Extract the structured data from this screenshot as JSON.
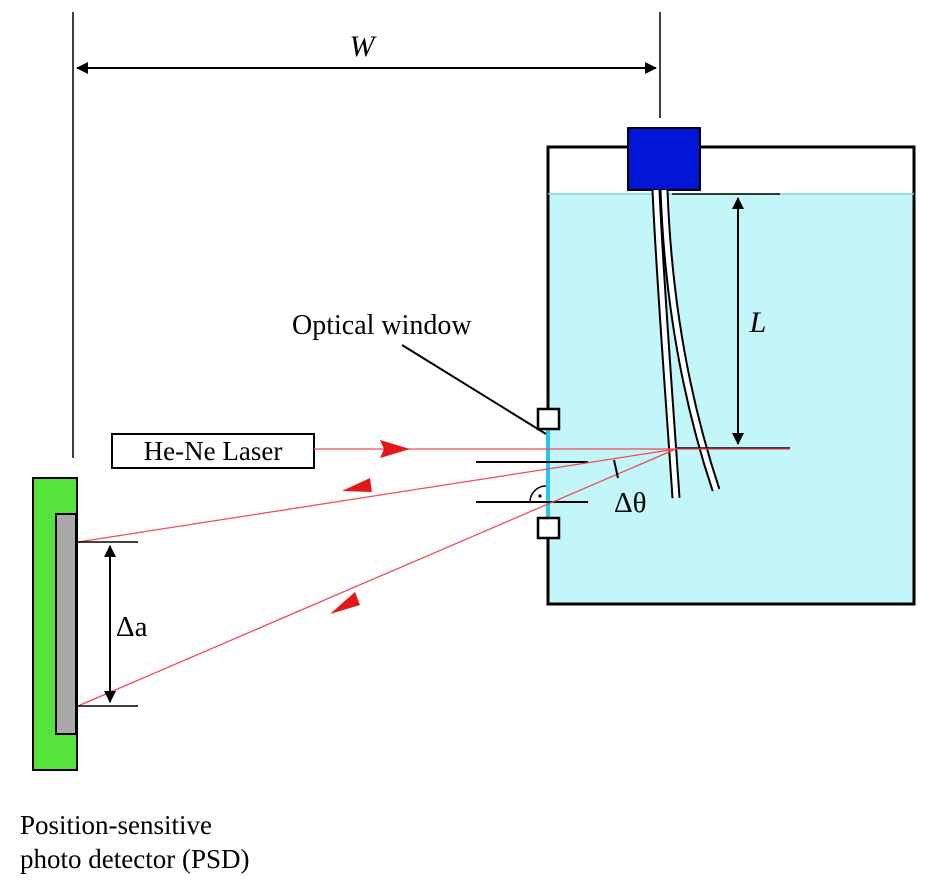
{
  "labels": {
    "width": "W",
    "length": "L",
    "optical_window": "Optical window",
    "laser": "He-Ne Laser",
    "delta_theta": "Δθ",
    "delta_a": "Δa",
    "psd_line1": "Position-sensitive",
    "psd_line2": "photo detector (PSD)"
  },
  "colors": {
    "tank_fluid": "#c2f6f9",
    "holder": "#0015d6",
    "psd_body": "#55e23a",
    "psd_sensor": "#a9a9a9",
    "laser_beam": "#f04a5a",
    "arrowhead": "#e31818",
    "window": "#27c7e6"
  }
}
